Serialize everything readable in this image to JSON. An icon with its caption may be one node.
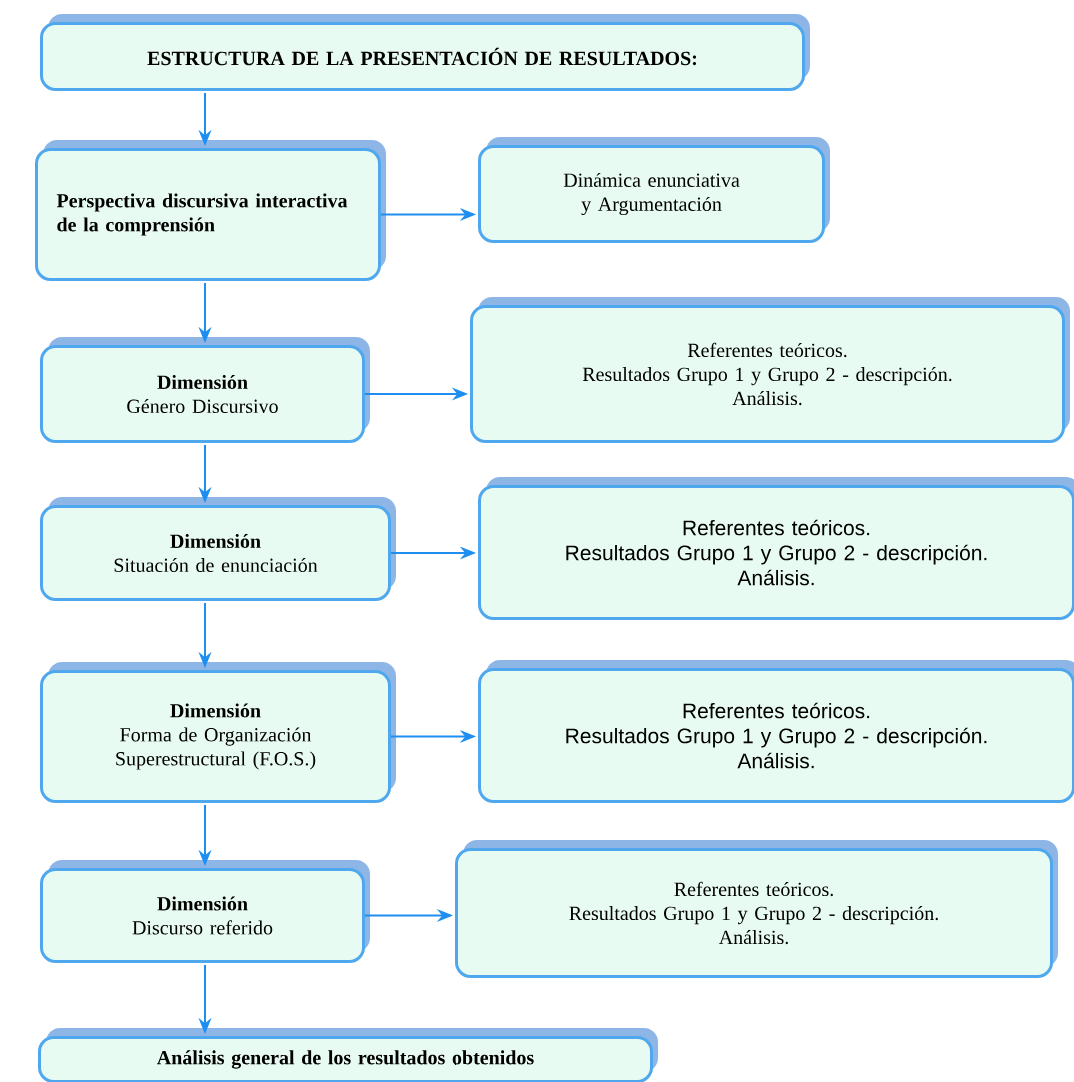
{
  "diagram": {
    "nodes": [
      {
        "text": [
          "ESTRUCTURA DE LA PRESENTACIÓN DE RESULTADOS:"
        ]
      },
      {
        "text": [
          "Perspectiva discursiva interactiva de la comprensión"
        ]
      },
      {
        "text": [
          "Dinámica enunciativa y Argumentación"
        ]
      },
      {
        "text": [
          "Dimensión",
          "Género Discursivo"
        ]
      },
      {
        "text": [
          "Referentes teóricos.",
          "Resultados Grupo 1 y Grupo 2 - descripción.",
          "Análisis."
        ]
      },
      {
        "text": [
          "Dimensión",
          "Situación de enunciación"
        ]
      },
      {
        "text": [
          "Referentes teóricos.",
          "Resultados Grupo 1 y Grupo 2 - descripción.",
          "Análisis."
        ]
      },
      {
        "text": [
          "Dimensión",
          "Forma de Organización Superestructural (F.O.S.)"
        ]
      },
      {
        "text": [
          "Referentes teóricos.",
          "Resultados Grupo 1 y Grupo 2 - descripción.",
          "Análisis."
        ]
      },
      {
        "text": [
          "Dimensión",
          "Discurso referido"
        ]
      },
      {
        "text": [
          "Referentes teóricos.",
          "Resultados Grupo 1 y Grupo 2 - descripción.",
          "Análisis."
        ]
      },
      {
        "text": [
          "Análisis general de los resultados obtenidos"
        ]
      }
    ],
    "edges": [
      {
        "from": 0,
        "to": 1,
        "arrow": "to"
      },
      {
        "from": 1,
        "to": 2,
        "arrow": "to"
      },
      {
        "from": 1,
        "to": 3,
        "arrow": "to"
      },
      {
        "from": 3,
        "to": 4,
        "arrow": "to"
      },
      {
        "from": 3,
        "to": 5,
        "arrow": "to"
      },
      {
        "from": 5,
        "to": 6,
        "arrow": "to"
      },
      {
        "from": 5,
        "to": 7,
        "arrow": "to"
      },
      {
        "from": 7,
        "to": 8,
        "arrow": "to"
      },
      {
        "from": 7,
        "to": 9,
        "arrow": "to"
      },
      {
        "from": 9,
        "to": 10,
        "arrow": "to"
      },
      {
        "from": 9,
        "to": 11,
        "arrow": "to"
      }
    ]
  }
}
